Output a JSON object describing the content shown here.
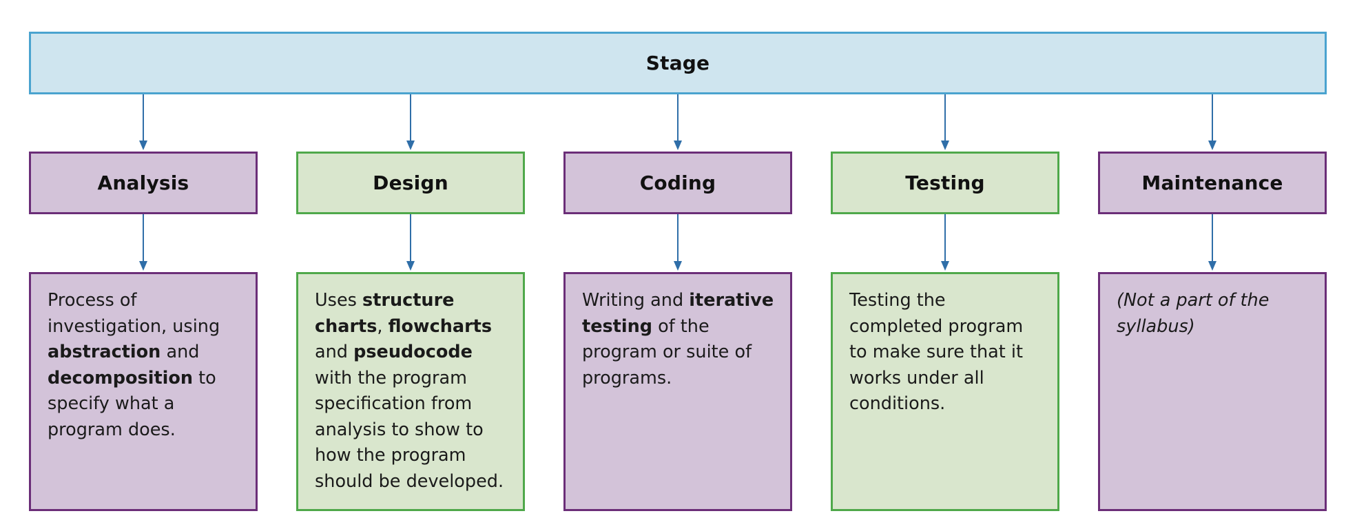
{
  "diagram": {
    "root": {
      "label": "Stage"
    },
    "colors": {
      "root_fill": "#cfe5ef",
      "root_border": "#4aa3cf",
      "purple_fill": "#d3c3d9",
      "purple_border": "#6b2e78",
      "green_fill": "#d9e6cd",
      "green_border": "#4fa84a",
      "arrow": "#2f6ea8"
    },
    "stages": [
      {
        "label": "Analysis",
        "color": "purple",
        "description": [
          {
            "text": "Process of investigation, using "
          },
          {
            "text": "abstraction",
            "bold": true
          },
          {
            "text": " and "
          },
          {
            "text": "decomposition",
            "bold": true
          },
          {
            "text": " to specify what a program does."
          }
        ]
      },
      {
        "label": "Design",
        "color": "green",
        "description": [
          {
            "text": "Uses "
          },
          {
            "text": "structure charts",
            "bold": true
          },
          {
            "text": ", "
          },
          {
            "text": "flowcharts",
            "bold": true
          },
          {
            "text": " and "
          },
          {
            "text": "pseudocode",
            "bold": true
          },
          {
            "text": " with the program specification from analysis to show to how the program should be developed."
          }
        ]
      },
      {
        "label": "Coding",
        "color": "purple",
        "description": [
          {
            "text": "Writing and "
          },
          {
            "text": "iterative testing",
            "bold": true
          },
          {
            "text": " of the program or suite of programs."
          }
        ]
      },
      {
        "label": "Testing",
        "color": "green",
        "description": [
          {
            "text": "Testing the completed program to make sure that it works under all conditions."
          }
        ]
      },
      {
        "label": "Maintenance",
        "color": "purple",
        "italic": true,
        "description": [
          {
            "text": "(Not a part of the syllabus)"
          }
        ]
      }
    ]
  }
}
